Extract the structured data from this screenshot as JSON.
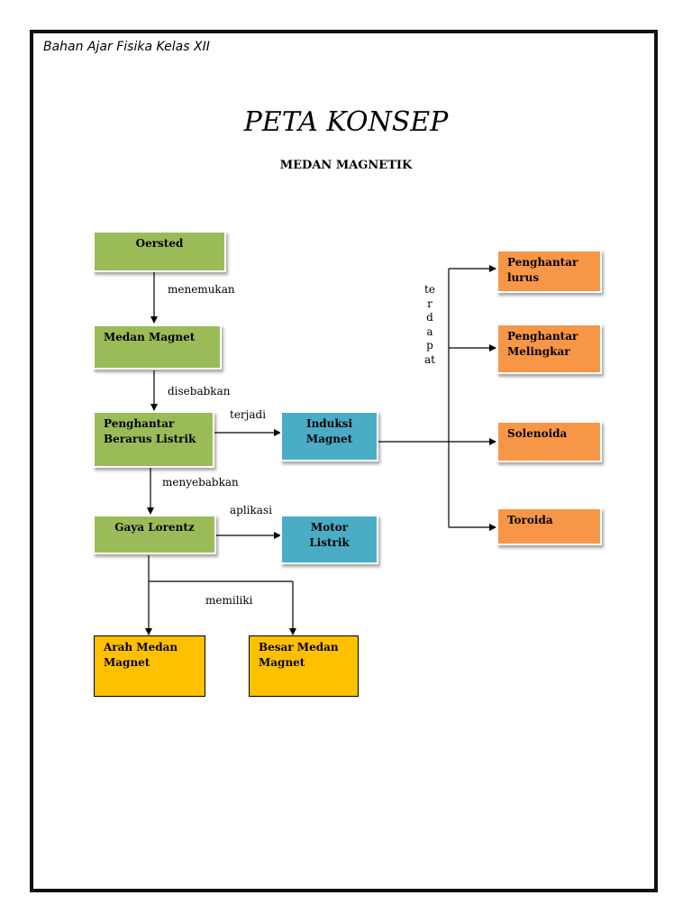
{
  "header": {
    "text": "Bahan Ajar Fisika Kelas XII"
  },
  "title": "PETA KONSEP",
  "subtitle": "MEDAN MAGNETIK",
  "nodes": {
    "oersted": "Oersted",
    "medan_magnet": "Medan Magnet",
    "penghantar_berarus": "Penghantar Berarus Listrik",
    "gaya_lorentz": "Gaya Lorentz",
    "induksi_magnet": "Induksi Magnet",
    "motor_listrik": "Motor Listrik",
    "arah_medan": "Arah Medan Magnet",
    "besar_medan": "Besar Medan Magnet",
    "penghantar_lurus": "Penghantar lurus",
    "penghantar_melingkar": "Penghantar Melingkar",
    "solenoida": "Solenoida",
    "toroida": "Toroida"
  },
  "edge_labels": {
    "menemukan": "menemukan",
    "disebabkan": "disebabkan",
    "terjadi": "terjadi",
    "menyebabkan": "menyebabkan",
    "aplikasi": "aplikasi",
    "memiliki": "memiliki",
    "terdapat": "terdapat"
  },
  "colors": {
    "green": "#9bbb59",
    "blue": "#4bacc6",
    "orange": "#f79646",
    "yellow": "#ffc000"
  }
}
